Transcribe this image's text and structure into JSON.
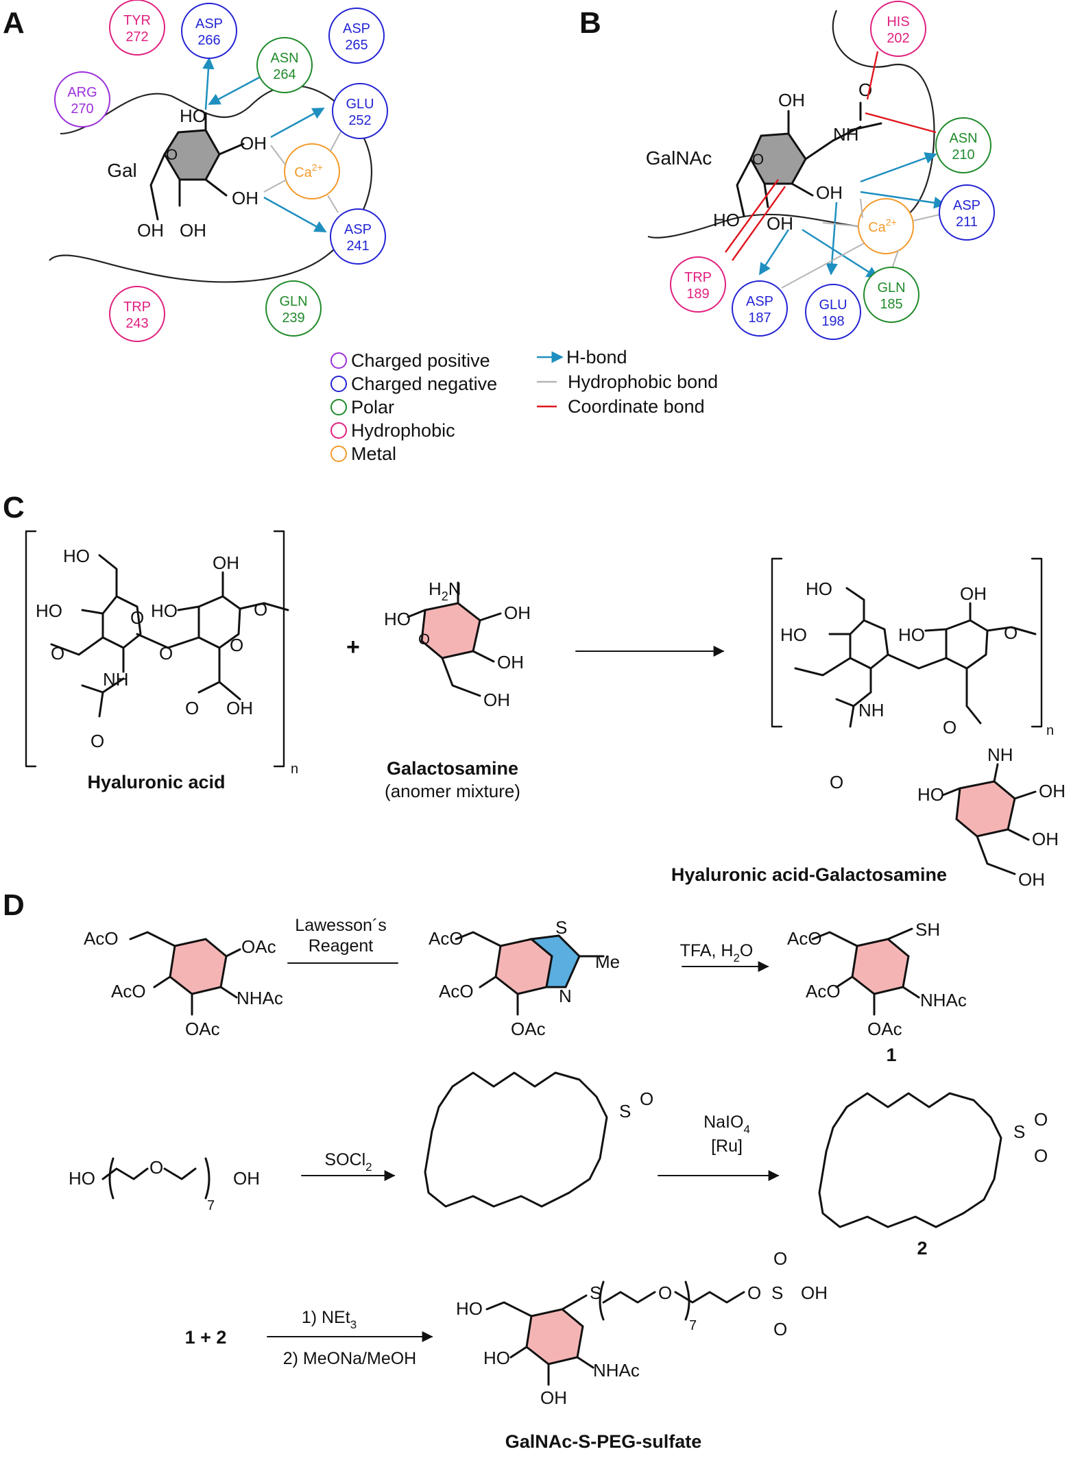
{
  "panels": {
    "a": "A",
    "b": "B",
    "c": "C",
    "d": "D"
  },
  "panel_a": {
    "sugar_label": "Gal",
    "metal": "Ca",
    "metal_charge": "2+",
    "hydroxyls": [
      "HO",
      "OH",
      "OH",
      "OH",
      "OH"
    ],
    "residues": [
      {
        "name": "TYR",
        "num": "272",
        "type": "hydrophobic"
      },
      {
        "name": "ASP",
        "num": "266",
        "type": "negative"
      },
      {
        "name": "ASP",
        "num": "265",
        "type": "negative"
      },
      {
        "name": "ASN",
        "num": "264",
        "type": "polar"
      },
      {
        "name": "ARG",
        "num": "270",
        "type": "positive"
      },
      {
        "name": "GLU",
        "num": "252",
        "type": "negative"
      },
      {
        "name": "ASP",
        "num": "241",
        "type": "negative"
      },
      {
        "name": "TRP",
        "num": "243",
        "type": "hydrophobic"
      },
      {
        "name": "GLN",
        "num": "239",
        "type": "polar"
      }
    ]
  },
  "panel_b": {
    "sugar_label": "GalNAc",
    "metal": "Ca",
    "metal_charge": "2+",
    "hydroxyls": [
      "OH",
      "OH",
      "OH",
      "HO"
    ],
    "nh": "NH",
    "carbonyl_o": "O",
    "residues": [
      {
        "name": "HIS",
        "num": "202",
        "type": "hydrophobic"
      },
      {
        "name": "ASN",
        "num": "210",
        "type": "polar"
      },
      {
        "name": "ASP",
        "num": "211",
        "type": "negative"
      },
      {
        "name": "TRP",
        "num": "189",
        "type": "hydrophobic"
      },
      {
        "name": "ASP",
        "num": "187",
        "type": "negative"
      },
      {
        "name": "GLU",
        "num": "198",
        "type": "negative"
      },
      {
        "name": "GLN",
        "num": "185",
        "type": "polar"
      }
    ]
  },
  "legend": {
    "residue_types": [
      {
        "label": "Charged positive",
        "color": "#9b30d9"
      },
      {
        "label": "Charged negative",
        "color": "#2323d4"
      },
      {
        "label": "Polar",
        "color": "#1f8a2a"
      },
      {
        "label": "Hydrophobic",
        "color": "#e0207f"
      },
      {
        "label": "Metal",
        "color": "#f39a2b"
      }
    ],
    "bond_types": [
      {
        "label": "H-bond",
        "color": "#1e8fbf"
      },
      {
        "label": "Hydrophobic bond",
        "color": "#b5b5b5"
      },
      {
        "label": "Coordinate bond",
        "color": "#e0161e"
      }
    ]
  },
  "panel_c": {
    "hyaluronic_acid": "Hyaluronic acid",
    "galactosamine": "Galactosamine",
    "anomer_note": "(anomer mixture)",
    "product": "Hyaluronic acid-Galactosamine",
    "plus": "+",
    "repeat_n": "n",
    "atoms": {
      "ho": "HO",
      "oh": "OH",
      "o": "O",
      "nh": "NH",
      "h2n": "H",
      "h2n_sub": "2",
      "h2n_n": "N"
    }
  },
  "panel_d": {
    "step1_reagent_line1": "Lawesson´s",
    "step1_reagent_line2": "Reagent",
    "step2_reagent": "TFA, H",
    "step2_reagent_sub": "2",
    "step2_reagent_tail": "O",
    "compound1": "1",
    "compound2": "2",
    "socl2": "SOCl",
    "socl2_sub": "2",
    "naio4": "NaIO",
    "naio4_sub": "4",
    "ru": "[Ru]",
    "peg_repeat": "7",
    "combine_a": "1",
    "combine_plus": "+",
    "combine_b": "2",
    "step_final_1a": "1) NEt",
    "step_final_1b": "3",
    "step_final_2": "2) MeONa/MeOH",
    "final_product": "GalNAc-S-PEG-sulfate",
    "atoms": {
      "aco": "AcO",
      "oac": "OAc",
      "nhac": "NHAc",
      "sh": "SH",
      "s": "S",
      "n": "N",
      "me": "Me",
      "o": "O",
      "ho": "HO",
      "oh": "OH"
    }
  },
  "colors": {
    "positive": "#9b30d9",
    "negative": "#2323d4",
    "polar": "#1f8a2a",
    "hydrophobic": "#e0207f",
    "metal": "#f39a2b",
    "hbond": "#1e8fbf",
    "hydrophobic_bond": "#b5b5b5",
    "coordinate_bond": "#e0161e",
    "sugar_grey": "#9d9d9d",
    "sugar_pink": "#f5b4b4",
    "thiazoline_blue": "#5aaee0"
  }
}
